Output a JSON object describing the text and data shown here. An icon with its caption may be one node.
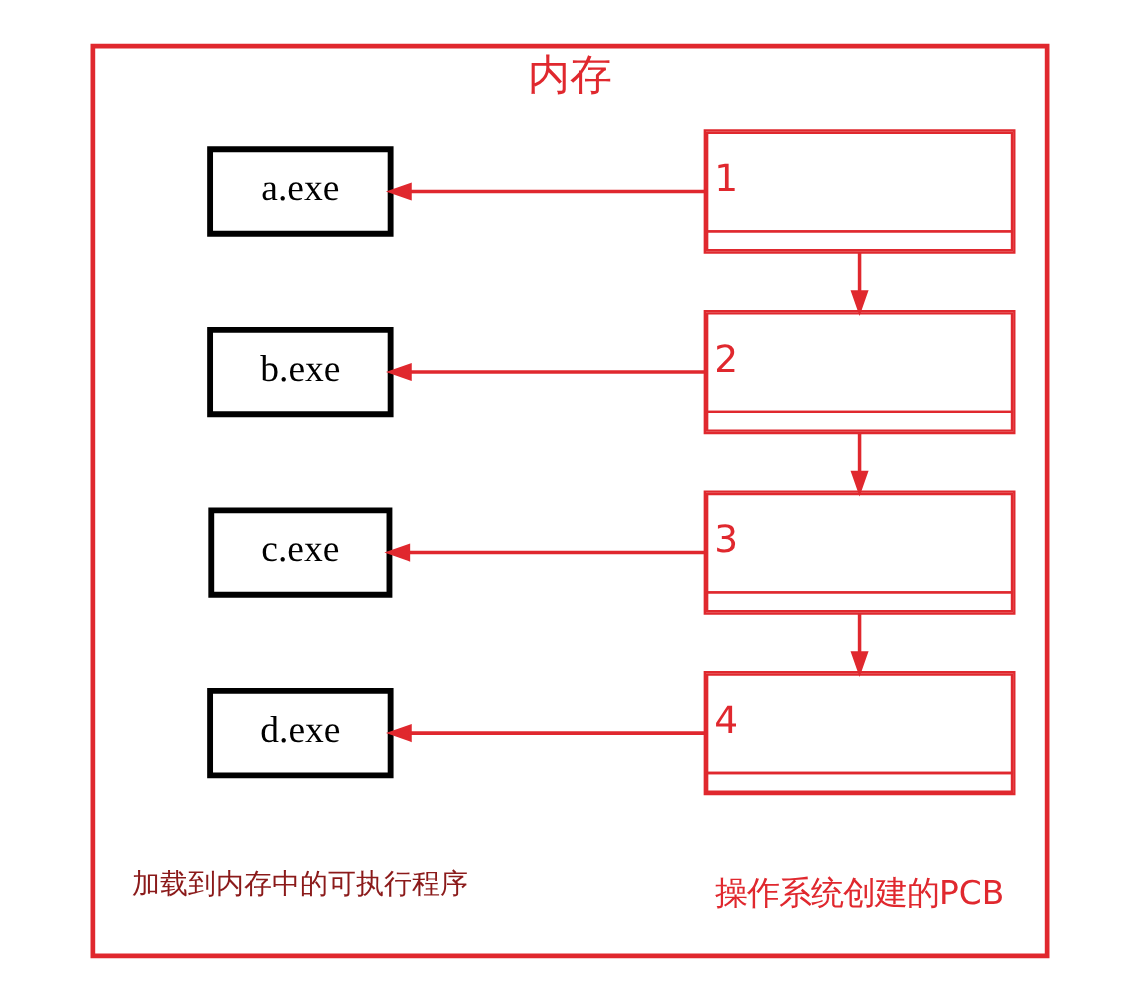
{
  "diagram": {
    "nodes": [
      {
        "text": [
          "内存"
        ]
      },
      {
        "text": [
          "a.exe"
        ],
        "in": 0
      },
      {
        "text": [
          "b.exe"
        ],
        "in": 0
      },
      {
        "text": [
          "c.exe"
        ],
        "in": 0
      },
      {
        "text": [
          "d.exe"
        ],
        "in": 0
      },
      {
        "text": [
          "1"
        ],
        "in": 0
      },
      {
        "text": [
          "2"
        ],
        "in": 0
      },
      {
        "text": [
          "3"
        ],
        "in": 0
      },
      {
        "text": [
          "4"
        ],
        "in": 0
      }
    ],
    "edges": [
      {
        "from": 5,
        "to": 1,
        "arrow": "to"
      },
      {
        "from": 5,
        "to": 6,
        "arrow": "to"
      },
      {
        "from": 6,
        "to": 2,
        "arrow": "to"
      },
      {
        "from": 6,
        "to": 7,
        "arrow": "to"
      },
      {
        "from": 7,
        "to": 3,
        "arrow": "to"
      },
      {
        "from": 7,
        "to": 8,
        "arrow": "to"
      },
      {
        "from": 8,
        "to": 4,
        "arrow": "to"
      }
    ],
    "labels": [
      "操作系统创建的PCB",
      "加载到内存中的可执行程序"
    ]
  }
}
